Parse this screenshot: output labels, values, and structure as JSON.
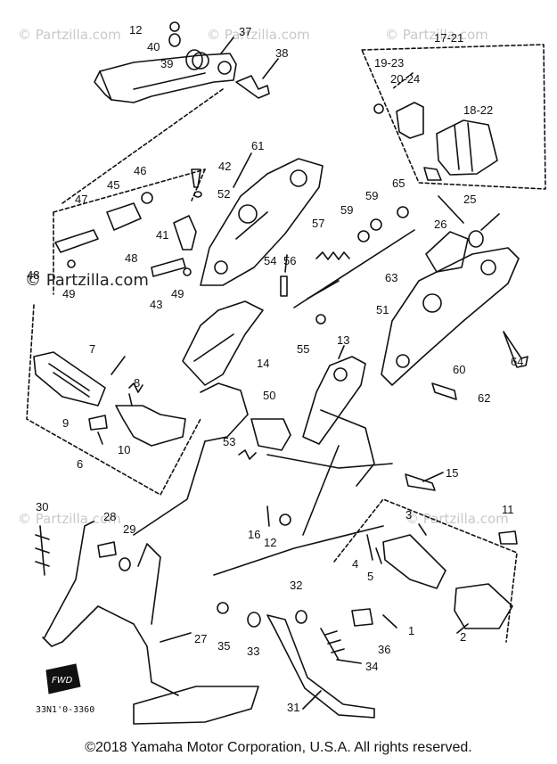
{
  "diagram": {
    "watermark": "© Partzilla.com",
    "drawing_code": "33N1'0-3360",
    "fwd_tag": "FWD",
    "copyright": "©2018 Yamaha Motor Corporation, U.S.A. All rights reserved.",
    "callouts": [
      {
        "id": "c12a",
        "text": "12"
      },
      {
        "id": "c37",
        "text": "37"
      },
      {
        "id": "c40",
        "text": "40"
      },
      {
        "id": "c39",
        "text": "39"
      },
      {
        "id": "c38",
        "text": "38"
      },
      {
        "id": "c1721",
        "text": "17-21"
      },
      {
        "id": "c1923",
        "text": "19-23"
      },
      {
        "id": "c2024",
        "text": "20-24"
      },
      {
        "id": "c1822",
        "text": "18-22"
      },
      {
        "id": "c25",
        "text": "25"
      },
      {
        "id": "c61",
        "text": "61"
      },
      {
        "id": "c42",
        "text": "42"
      },
      {
        "id": "c46",
        "text": "46"
      },
      {
        "id": "c45",
        "text": "45"
      },
      {
        "id": "c47",
        "text": "47"
      },
      {
        "id": "c52",
        "text": "52"
      },
      {
        "id": "c41",
        "text": "41"
      },
      {
        "id": "c48a",
        "text": "48"
      },
      {
        "id": "c48b",
        "text": "48"
      },
      {
        "id": "c49a",
        "text": "49"
      },
      {
        "id": "c49b",
        "text": "49"
      },
      {
        "id": "c43",
        "text": "43"
      },
      {
        "id": "c57",
        "text": "57"
      },
      {
        "id": "c59a",
        "text": "59"
      },
      {
        "id": "c59b",
        "text": "59"
      },
      {
        "id": "c65",
        "text": "65"
      },
      {
        "id": "c26",
        "text": "26"
      },
      {
        "id": "c54",
        "text": "54"
      },
      {
        "id": "c56",
        "text": "56"
      },
      {
        "id": "c63",
        "text": "63"
      },
      {
        "id": "c51",
        "text": "51"
      },
      {
        "id": "c55",
        "text": "55"
      },
      {
        "id": "c14",
        "text": "14"
      },
      {
        "id": "c13",
        "text": "13"
      },
      {
        "id": "c60",
        "text": "60"
      },
      {
        "id": "c64",
        "text": "64"
      },
      {
        "id": "c62",
        "text": "62"
      },
      {
        "id": "c7",
        "text": "7"
      },
      {
        "id": "c8",
        "text": "8"
      },
      {
        "id": "c9",
        "text": "9"
      },
      {
        "id": "c10",
        "text": "10"
      },
      {
        "id": "c6",
        "text": "6"
      },
      {
        "id": "c50",
        "text": "50"
      },
      {
        "id": "c53",
        "text": "53"
      },
      {
        "id": "c15",
        "text": "15"
      },
      {
        "id": "c11",
        "text": "11"
      },
      {
        "id": "c3",
        "text": "3"
      },
      {
        "id": "c4",
        "text": "4"
      },
      {
        "id": "c5",
        "text": "5"
      },
      {
        "id": "c30",
        "text": "30"
      },
      {
        "id": "c28",
        "text": "28"
      },
      {
        "id": "c29",
        "text": "29"
      },
      {
        "id": "c16",
        "text": "16"
      },
      {
        "id": "c12b",
        "text": "12"
      },
      {
        "id": "c32",
        "text": "32"
      },
      {
        "id": "c27",
        "text": "27"
      },
      {
        "id": "c35",
        "text": "35"
      },
      {
        "id": "c33",
        "text": "33"
      },
      {
        "id": "c34",
        "text": "34"
      },
      {
        "id": "c36",
        "text": "36"
      },
      {
        "id": "c1",
        "text": "1"
      },
      {
        "id": "c2",
        "text": "2"
      },
      {
        "id": "c31",
        "text": "31"
      }
    ]
  }
}
